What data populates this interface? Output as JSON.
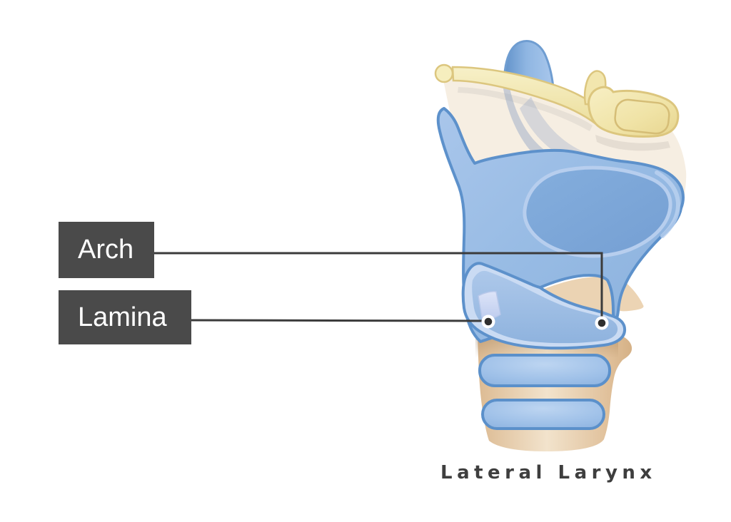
{
  "figure": {
    "caption": "Lateral Larynx",
    "labels": [
      {
        "text": "Arch"
      },
      {
        "text": "Lamina"
      }
    ]
  },
  "colors": {
    "label_box_bg": "#4a4a4a",
    "label_text": "#ffffff",
    "leader_line": "#3b3b3b",
    "caption_text": "#3e3e3e",
    "cartilage_blue": "#95b9e3",
    "cartilage_blue_dark": "#5d91cb",
    "cartilage_inner_blue": "#7da8d9",
    "cricoid_rim_blue": "#cadbf3",
    "hyoid_yellow": "#f0e4ab",
    "hyoid_outline": "#dcc67e",
    "membrane_cream": "#f6efe4",
    "trachea_tan": "#ecd2b0"
  }
}
